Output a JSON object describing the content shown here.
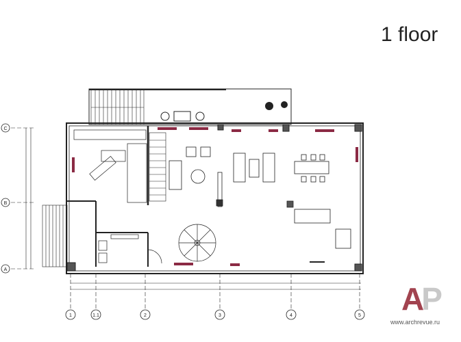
{
  "title": "1 floor",
  "grid_axes": {
    "columns": [
      "1",
      "1.1",
      "2",
      "3",
      "4",
      "5"
    ],
    "rows": [
      "C",
      "B",
      "A"
    ]
  },
  "watermark": {
    "logo_a": "A",
    "logo_p": "P",
    "site": "www.archrevue.ru"
  },
  "colors": {
    "accent_window": "#8b2a44",
    "wall": "#222222",
    "logo_a": "#a2434f",
    "logo_p": "#c9c9c9"
  }
}
